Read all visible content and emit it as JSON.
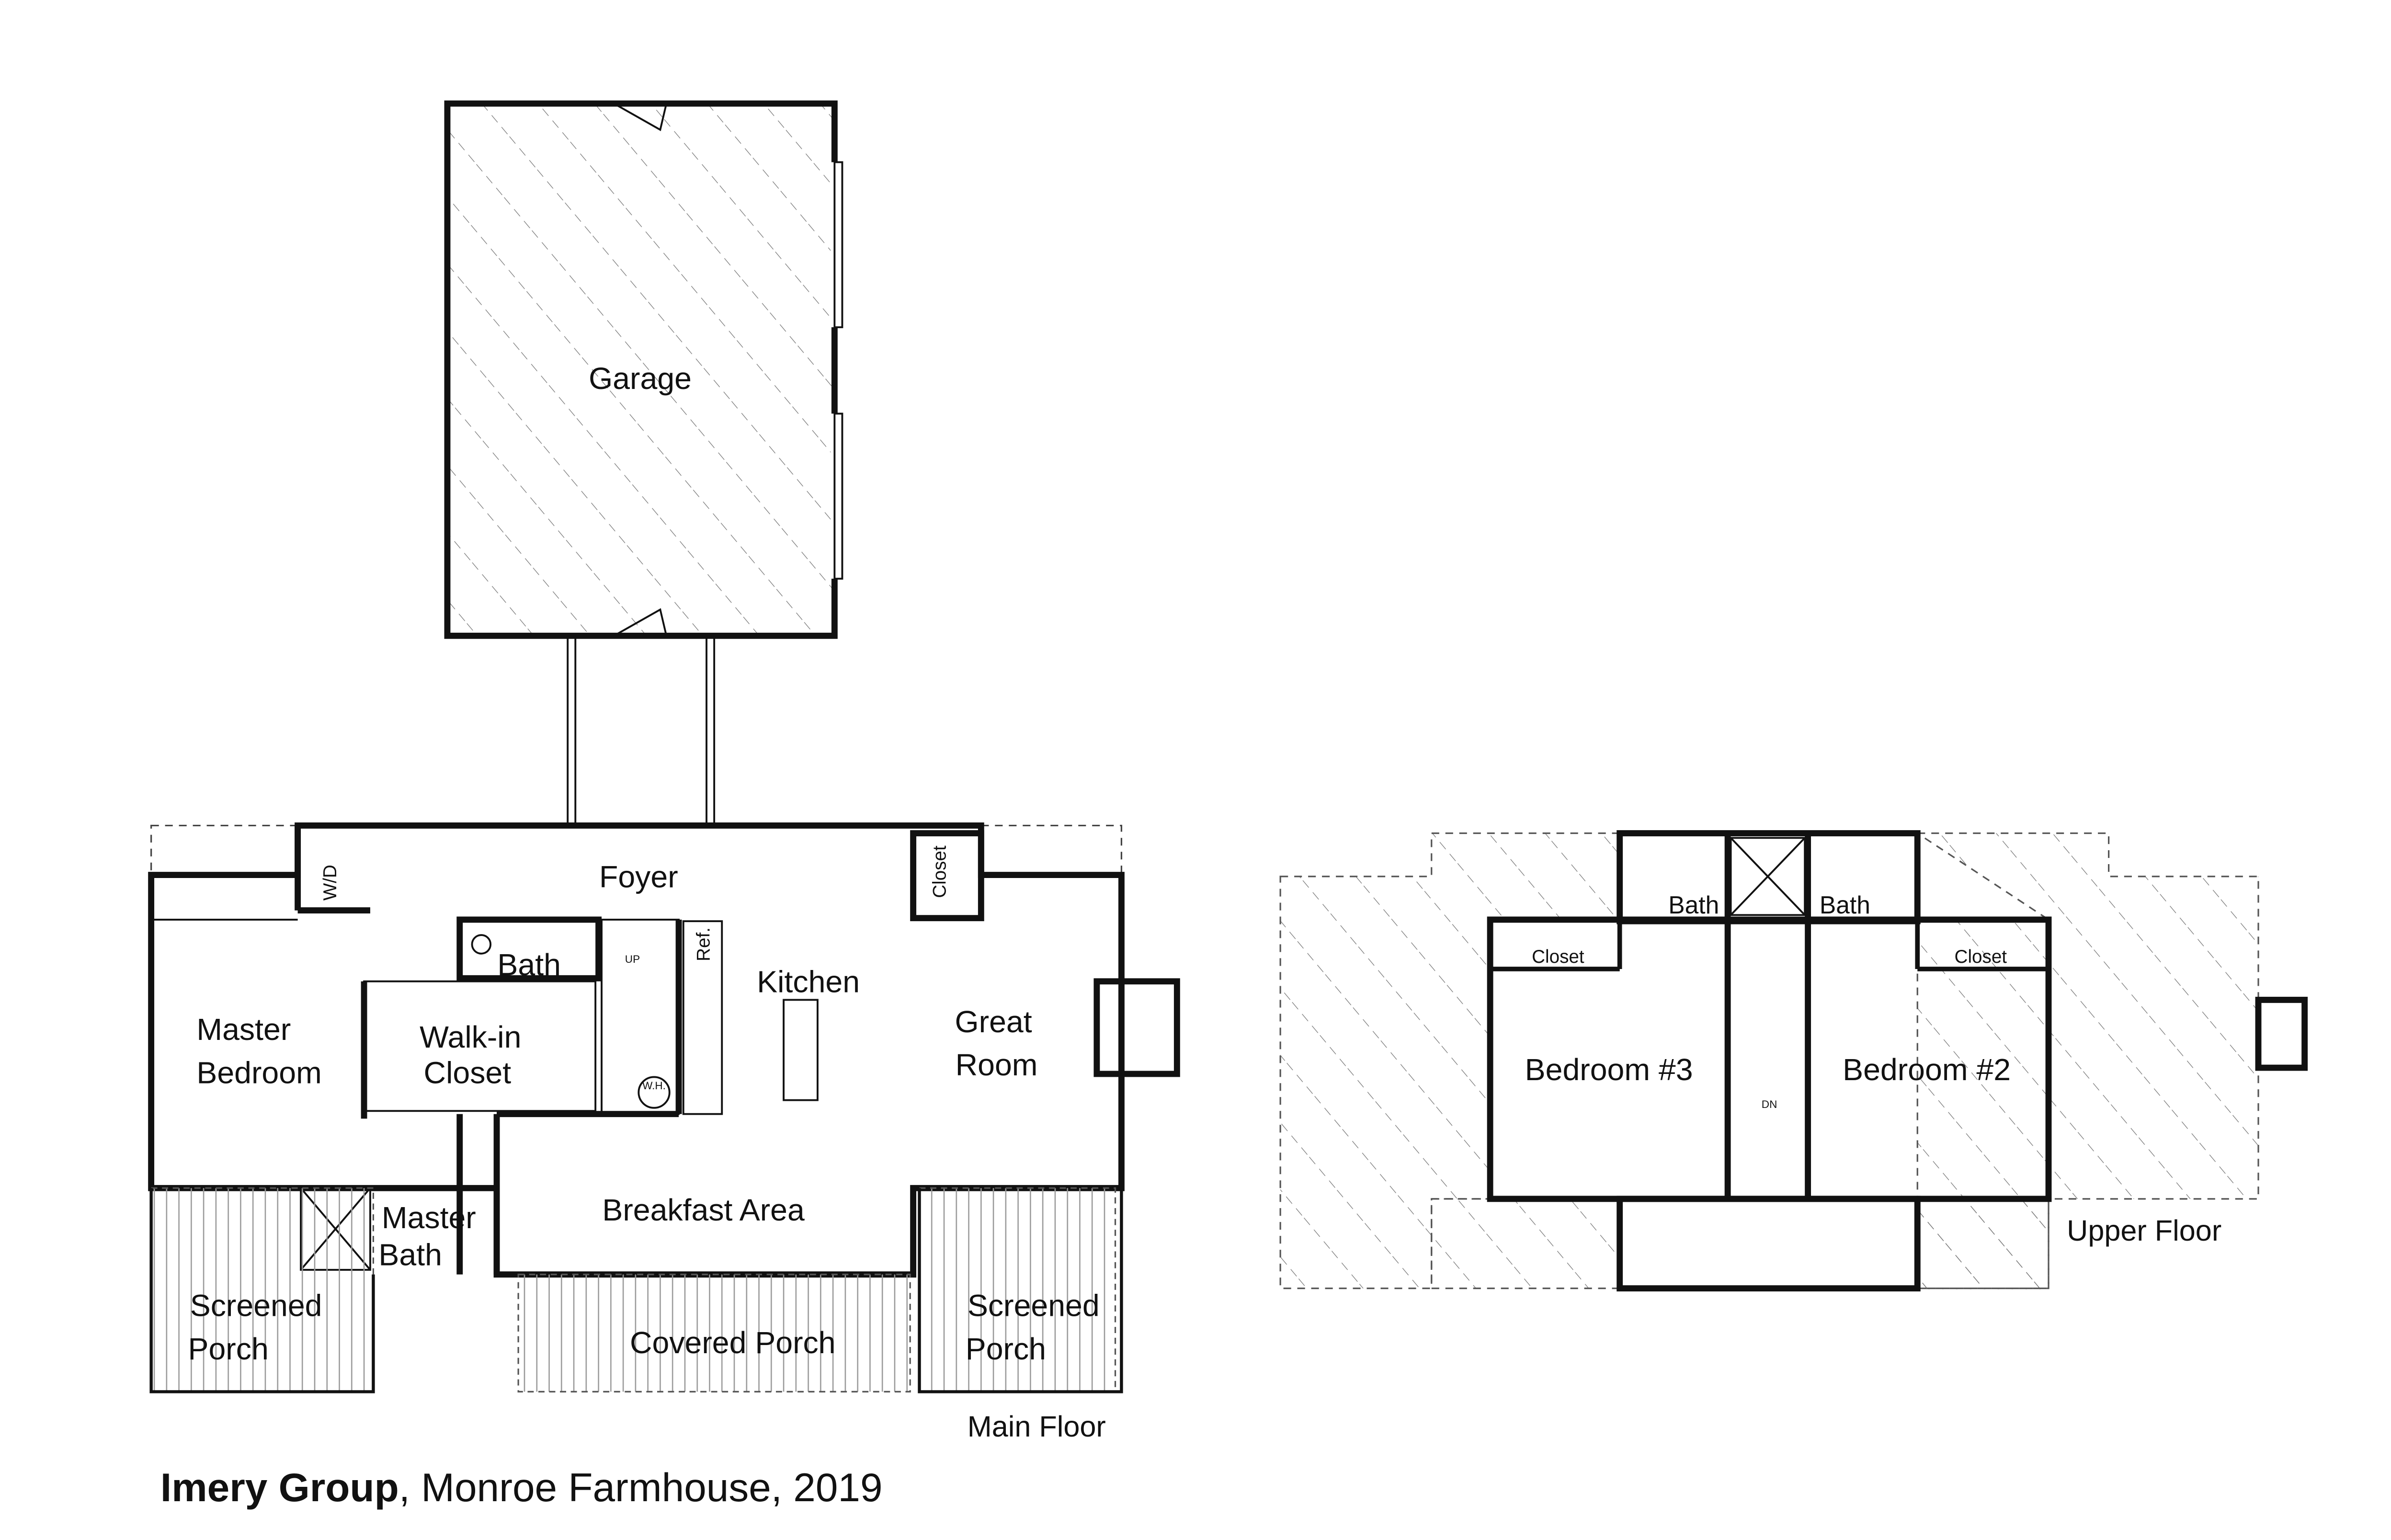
{
  "title": {
    "firm": "Imery Group",
    "rest": ", Monroe Farmhouse, 2019"
  },
  "main_floor": {
    "caption": "Main Floor",
    "rooms": {
      "garage": "Garage",
      "foyer": "Foyer",
      "closet": "Closet",
      "wd": "W/D",
      "bath": "Bath",
      "ref": "Ref.",
      "up": "UP",
      "kitchen": "Kitchen",
      "master_bedroom": [
        "Master",
        "Bedroom"
      ],
      "walkin_closet": [
        "Walk-in",
        "Closet"
      ],
      "great_room": [
        "Great",
        "Room"
      ],
      "wh": "W.H.",
      "breakfast": "Breakfast Area",
      "master_bath": [
        "Master",
        "Bath"
      ],
      "screened_porch_left": [
        "Screened",
        "Porch"
      ],
      "covered_porch": "Covered Porch",
      "screened_porch_right": [
        "Screened",
        "Porch"
      ]
    }
  },
  "upper_floor": {
    "caption": "Upper Floor",
    "rooms": {
      "bath_left": "Bath",
      "bath_right": "Bath",
      "closet_left": "Closet",
      "closet_right": "Closet",
      "bedroom3": "Bedroom #3",
      "bedroom2": "Bedroom #2",
      "dn": "DN"
    }
  }
}
